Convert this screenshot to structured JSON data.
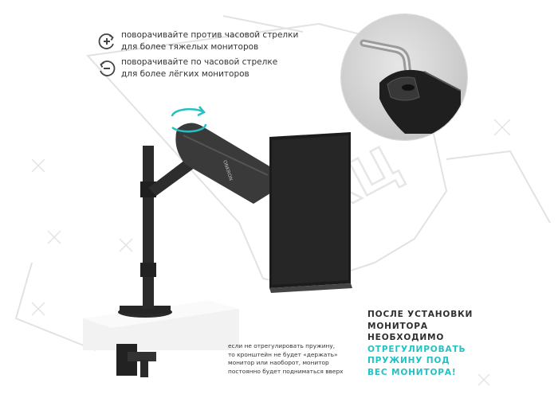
{
  "watermark": {
    "text": "АКЦ"
  },
  "hints": [
    {
      "icon": "rotate-ccw-plus-icon",
      "line1": "поворачивайте против часовой стрелки",
      "line2": "для более тяжелых мониторов"
    },
    {
      "icon": "rotate-cw-minus-icon",
      "line1": "поворачивайте по часовой стрелке",
      "line2": "для более лёгких мониторов"
    }
  ],
  "product": {
    "brand": "ONKRON"
  },
  "bottom_note": {
    "lines": [
      "если не отрегулировать пружину,",
      "то кронштейн не будет «держать»",
      "монитор или наоборот, монитор",
      "постоянно будет подниматься вверх"
    ]
  },
  "instruction": {
    "dark_lines": [
      "ПОСЛЕ УСТАНОВКИ",
      "МОНИТОРА",
      "НЕОБХОДИМО"
    ],
    "accent_lines": [
      "ОТРЕГУЛИРОВАТЬ",
      "ПРУЖИНУ ПОД",
      "ВЕС МОНИТОРА!"
    ]
  },
  "colors": {
    "accent": "#24c1c4",
    "text": "#333333",
    "arm": "#2b2b2b",
    "desk": "#f2f2f2"
  }
}
